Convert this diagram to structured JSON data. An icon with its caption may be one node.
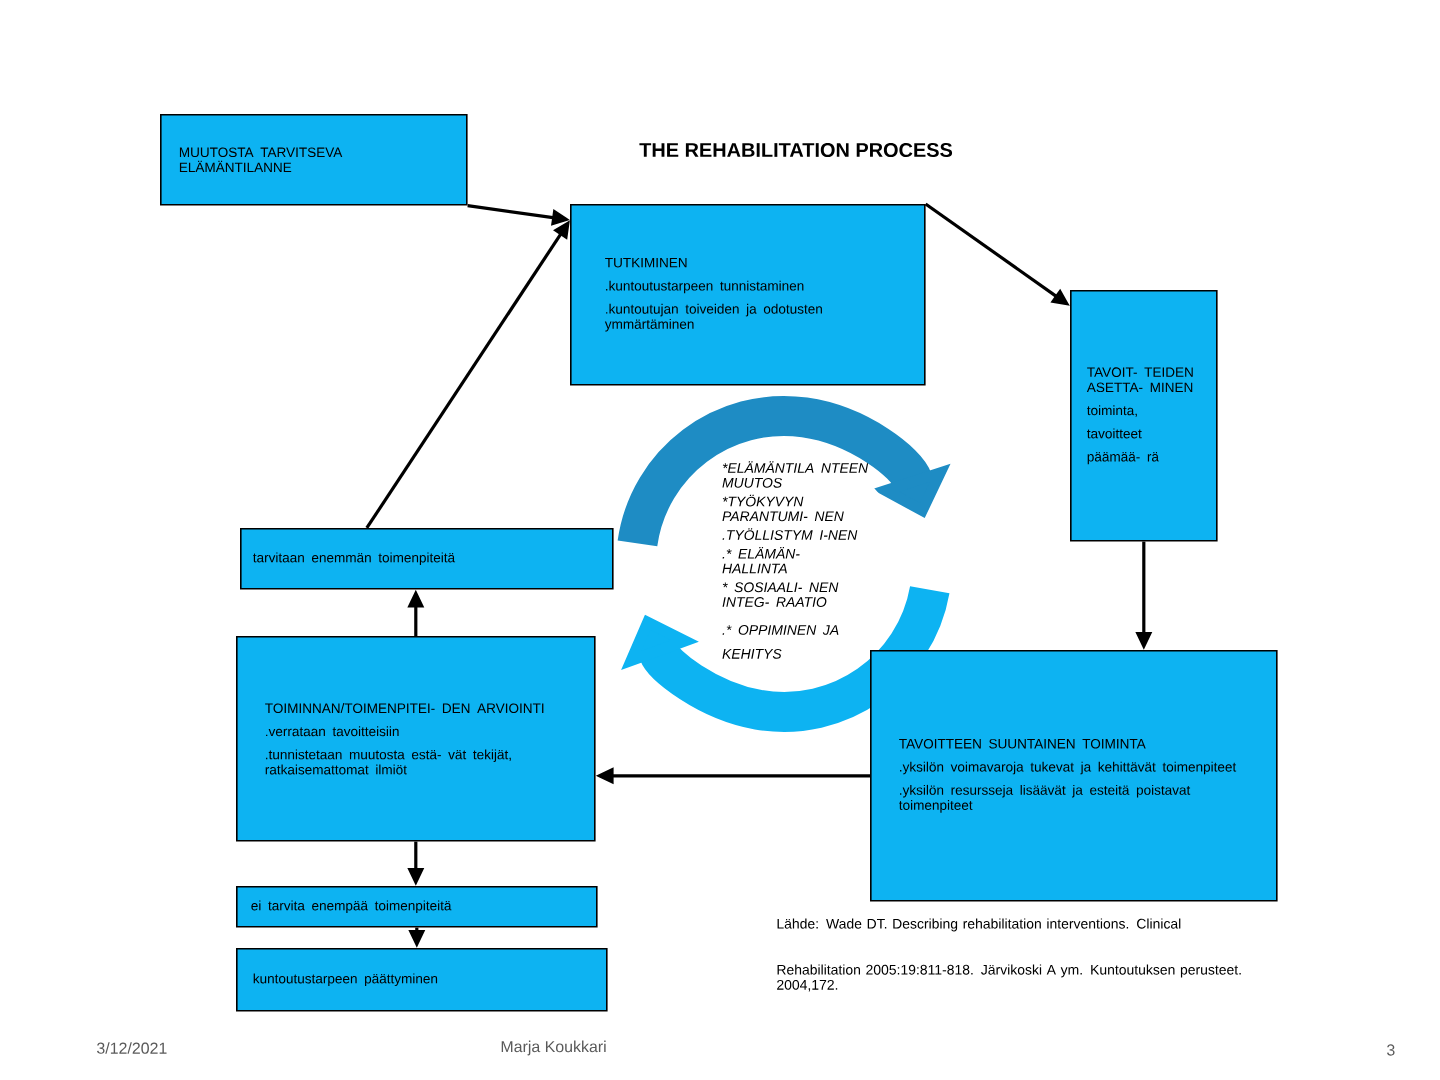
{
  "diagram": {
    "title": "THE REHABILITATION PROCESS",
    "nodes": [
      {
        "text": [
          "MUUTOSTA TARVITSEVA ELÄMÄNTILANNE"
        ]
      },
      {
        "text": [
          "TUTKIMINEN",
          ".kuntoutustarpeen tunnistaminen",
          ".kuntoutujan toiveiden ja odotusten ymmärtäminen"
        ]
      },
      {
        "text": [
          "TAVOIT- TEIDEN ASETTA- MINEN",
          "toiminta,",
          "tavoitteet",
          "päämää- rä"
        ]
      },
      {
        "text": [
          "TAVOITTEEN SUUNTAINEN TOIMINTA",
          ".yksilön voimavaroja tukevat ja kehittävät toimenpiteet",
          ".yksilön resursseja lisäävät ja esteitä poistavat toimenpiteet"
        ]
      },
      {
        "text": [
          "TOIMINNAN/TOIMENPITEI- DEN ARVIOINTI",
          ".verrataan tavoitteisiin",
          ".tunnistetaan muutosta estä- vät tekijät, ratkaisemattomat ilmiöt"
        ]
      },
      {
        "text": [
          "tarvitaan enemmän toimenpiteitä"
        ]
      },
      {
        "text": [
          "ei tarvita enempää toimenpiteitä"
        ]
      },
      {
        "text": [
          "kuntoutustarpeen päättyminen"
        ]
      },
      {
        "text": [
          "*ELÄMÄNTILA NTEEN MUUTOS",
          "*TYÖKYVYN PARANTUMI- NEN",
          ".TYÖLLISTYM I-NEN",
          ".* ELÄMÄN- HALLINTA",
          "* SOSIAALI- NEN INTEG- RAATIO",
          ".* OPPIMINEN JA KEHITYS"
        ]
      }
    ],
    "edges": [
      {
        "from": 0,
        "to": 1,
        "arrow": "to"
      },
      {
        "from": 5,
        "to": 1,
        "arrow": "to"
      },
      {
        "from": 1,
        "to": 2,
        "arrow": "to"
      },
      {
        "from": 2,
        "to": 3,
        "arrow": "to"
      },
      {
        "from": 3,
        "to": 4,
        "arrow": "to"
      },
      {
        "from": 4,
        "to": 5,
        "arrow": "to"
      },
      {
        "from": 4,
        "to": 6,
        "arrow": "to"
      },
      {
        "from": 6,
        "to": 7,
        "arrow": "to"
      }
    ],
    "labels": [
      "Lähde: Wade DT. Describing rehabilitation interventions. Clinical",
      "Rehabilitation 2005:19:811-818. Järvikoski A ym. Kuntoutuksen perusteet. 2004,172.",
      "3/12/2021",
      "Marja Koukkari",
      "3"
    ]
  }
}
